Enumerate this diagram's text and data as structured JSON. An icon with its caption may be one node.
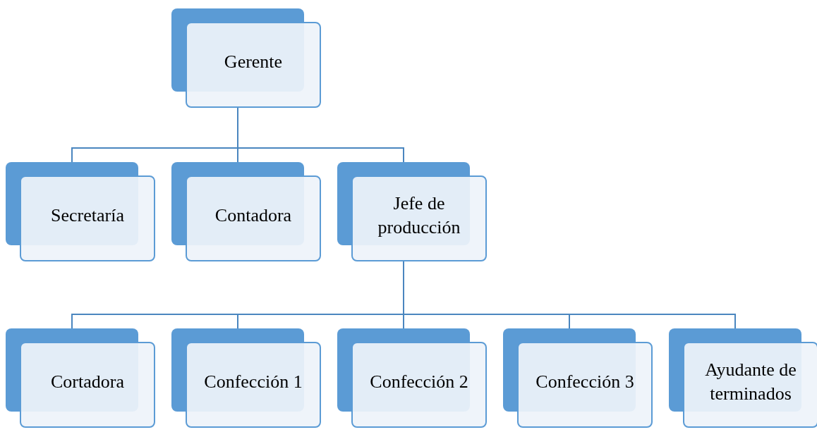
{
  "diagram": {
    "nodes": [
      {
        "text": [
          "Gerente"
        ]
      },
      {
        "text": [
          "Secretaría"
        ]
      },
      {
        "text": [
          "Contadora"
        ]
      },
      {
        "text": [
          "Jefe de producción"
        ]
      },
      {
        "text": [
          "Cortadora"
        ]
      },
      {
        "text": [
          "Confección 1"
        ]
      },
      {
        "text": [
          "Confección 2"
        ]
      },
      {
        "text": [
          "Confección 3"
        ]
      },
      {
        "text": [
          "Ayudante de terminados"
        ]
      }
    ],
    "edges": [
      {
        "from": 0,
        "to": 1,
        "arrow": "none"
      },
      {
        "from": 0,
        "to": 2,
        "arrow": "none"
      },
      {
        "from": 0,
        "to": 3,
        "arrow": "none"
      },
      {
        "from": 3,
        "to": 4,
        "arrow": "none"
      },
      {
        "from": 3,
        "to": 5,
        "arrow": "none"
      },
      {
        "from": 3,
        "to": 6,
        "arrow": "none"
      },
      {
        "from": 3,
        "to": 7,
        "arrow": "none"
      },
      {
        "from": 3,
        "to": 8,
        "arrow": "none"
      }
    ]
  }
}
